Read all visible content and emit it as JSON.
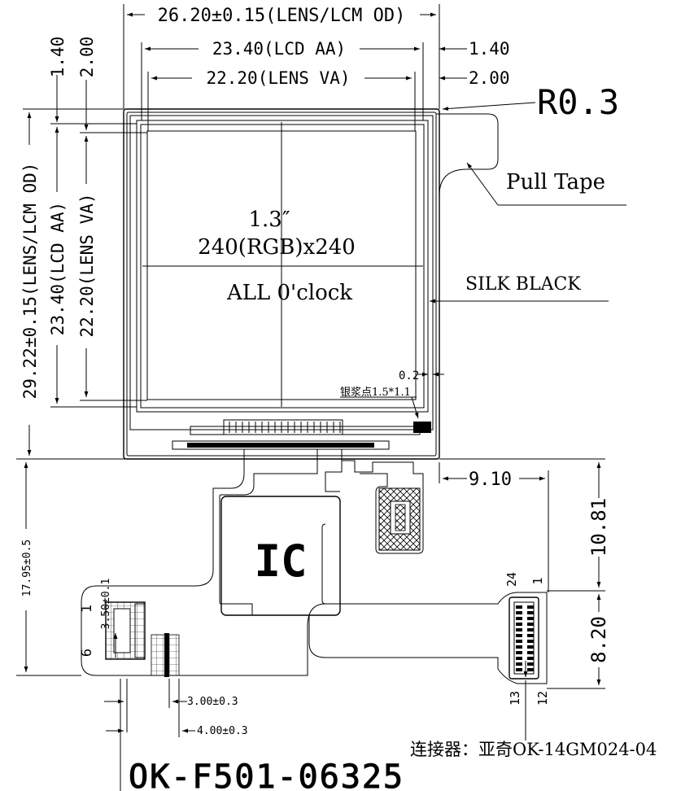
{
  "colors": {
    "line": "#000000",
    "background": "#ffffff"
  },
  "dimensions": {
    "top_overall": "26.20±0.15(LENS/LCM OD)",
    "top_lcd_aa": "23.40(LCD AA)",
    "top_lens_va": "22.20(LENS VA)",
    "top_right_1": "1.40",
    "top_right_2": "2.00",
    "left_1": "1.40",
    "left_2": "2.00",
    "left_overall": "29.22±0.15(LENS/LCM OD)",
    "left_lcd_aa": "23.40(LCD AA)",
    "left_lens_va": "22.20(LENS VA)",
    "gap_0_2": "0.2",
    "fpc_offset": "9.10",
    "right_1081": "10.81",
    "right_820": "8.20",
    "fpc_length": "17.95±0.5",
    "conn_small": "3.50±0.1",
    "bottom_300": "3.00±0.3",
    "bottom_400": "4.00±0.3"
  },
  "labels": {
    "corner_radius": "R0.3",
    "pull_tape": "Pull Tape",
    "silk_black": "SILK BLACK",
    "size": "1.3″",
    "resolution": "240(RGB)x240",
    "viewing": "ALL 0'clock",
    "silver_paste": "银浆点1.5*1.1",
    "ic": "IC",
    "pin_24": "24",
    "pin_1_right": "1",
    "pin_13": "13",
    "pin_12": "12",
    "pin_1_left": "1",
    "pin_6_left": "6",
    "connector": "连接器：亚奇OK-14GM024-04",
    "part_number": "OK-F501-06325"
  }
}
